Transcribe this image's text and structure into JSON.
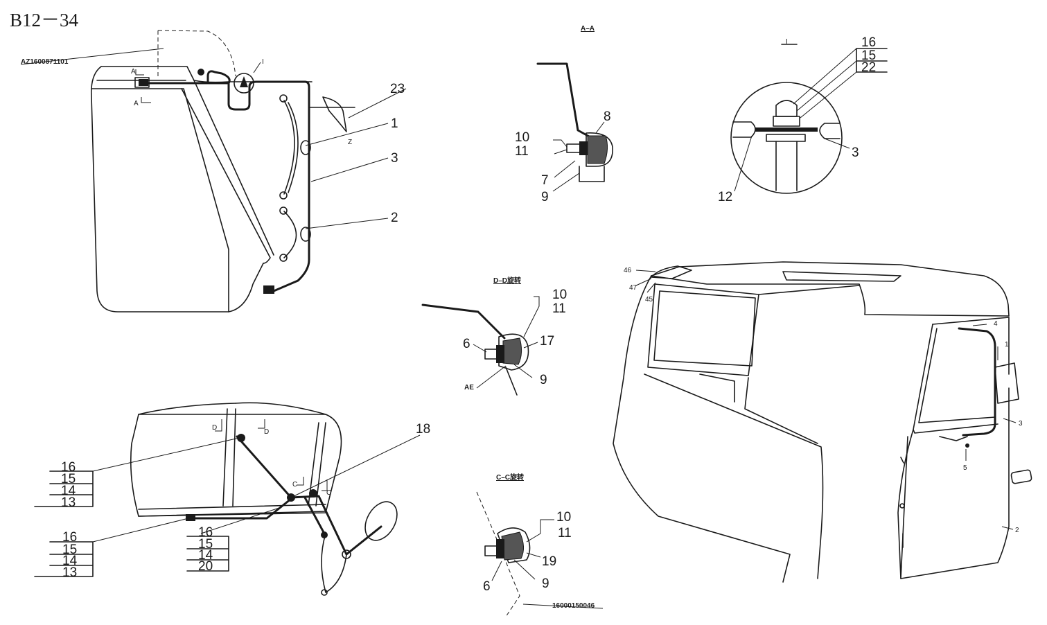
{
  "title": "B12－34",
  "part_codes": {
    "cab_assembly": "AZ1600871101",
    "bracket": "16000150046",
    "ae": "AE"
  },
  "section_titles": {
    "aa": "A–A",
    "detail_i": "I",
    "dd": "D–D旋转",
    "cc": "C–C旋转"
  },
  "view_markers": {
    "a_top": "A",
    "a_bottom": "A",
    "detail_i": "I",
    "z": "Z",
    "d_left": "D",
    "d_right": "D",
    "c_left": "C",
    "c_right": "C"
  },
  "top_view_labels": [
    "23",
    "1",
    "3",
    "2"
  ],
  "aa_labels": [
    "8",
    "10",
    "11",
    "7",
    "9"
  ],
  "detail_labels": {
    "stack": [
      "16",
      "15",
      "22"
    ],
    "right": "3",
    "left": "12"
  },
  "dd_labels": [
    "10",
    "11",
    "6",
    "17",
    "9"
  ],
  "cc_labels": [
    "10",
    "11",
    "19",
    "6",
    "9"
  ],
  "bottom_view": {
    "stack1": [
      "16",
      "15",
      "14",
      "13"
    ],
    "stack2": [
      "16",
      "15",
      "14",
      "13"
    ],
    "stack3": [
      "16",
      "15",
      "14",
      "20"
    ],
    "callout": "18"
  },
  "cab_view_labels": [
    "46",
    "47",
    "45",
    "4",
    "1",
    "3",
    "5",
    "2"
  ]
}
